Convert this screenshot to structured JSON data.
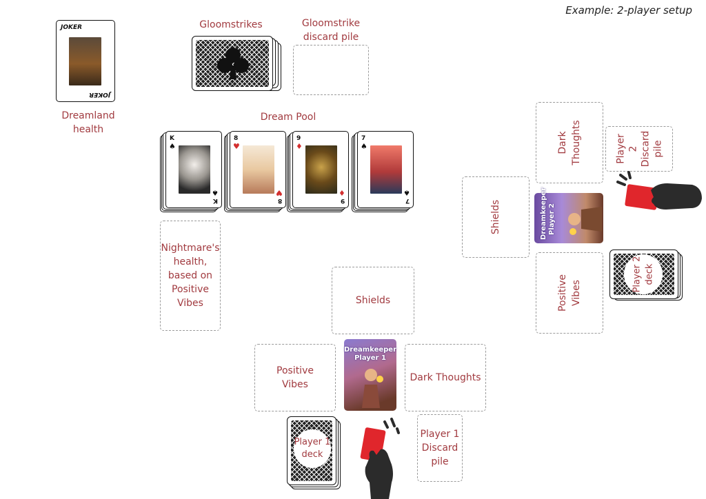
{
  "title": "Example: 2-player setup",
  "joker": {
    "label_top": "JOKER",
    "label_bottom": "JOKER"
  },
  "labels": {
    "dreamland_health": "Dreamland\nhealth",
    "gloomstrikes": "Gloomstrikes",
    "gloomstrike_discard": "Gloomstrike\ndiscard pile",
    "dream_pool": "Dream Pool"
  },
  "dream_pool": [
    {
      "rank": "K",
      "suit": "♠",
      "color": "#111111"
    },
    {
      "rank": "8",
      "suit": "♥",
      "color": "#d32f2f"
    },
    {
      "rank": "9",
      "suit": "♦",
      "color": "#d32f2f"
    },
    {
      "rank": "7",
      "suit": "♠",
      "color": "#111111"
    }
  ],
  "nightmare_health": "Nightmare's\nhealth,\nbased on\nPositive\nVibes",
  "player1": {
    "shields": "Shields",
    "positive_vibes": "Positive\nVibes",
    "dark_thoughts": "Dark Thoughts",
    "discard": "Player 1\nDiscard\npile",
    "deck": "Player 1\ndeck",
    "card_label": "Dreamkeeper\nPlayer 1"
  },
  "player2": {
    "shields": "Shields",
    "positive_vibes": "Positive\nVibes",
    "dark_thoughts": "Dark Thoughts",
    "discard": "Player\n2\nDiscard\npile",
    "deck": "Player 2\ndeck",
    "card_label": "Dreamkeeper\nPlayer 2"
  },
  "colors": {
    "label": "#a13a3f",
    "red_card": "#e0262c",
    "hand": "#2b2b2b"
  }
}
